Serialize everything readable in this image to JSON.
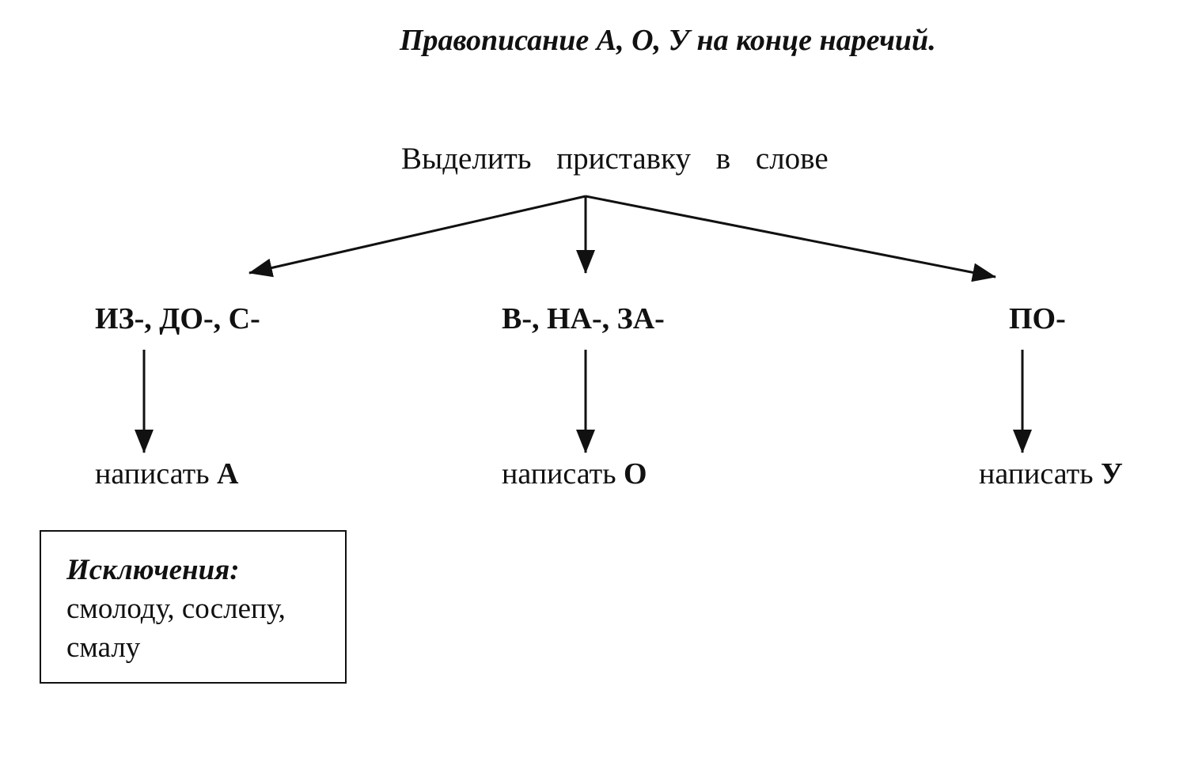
{
  "title": "Правописание А, О, У на конце наречий.",
  "root": "Выделить приставку в слове",
  "branches": [
    {
      "prefix": "ИЗ-, ДО-, С-",
      "result_text": "написать",
      "result_letter": "А"
    },
    {
      "prefix": "В-, НА-, ЗА-",
      "result_text": "написать",
      "result_letter": "О"
    },
    {
      "prefix": "ПО-",
      "result_text": "написать",
      "result_letter": "У"
    }
  ],
  "exceptions": {
    "title": "Исключения:",
    "line1": "смолоду, сослепу,",
    "line2": "смалу"
  }
}
